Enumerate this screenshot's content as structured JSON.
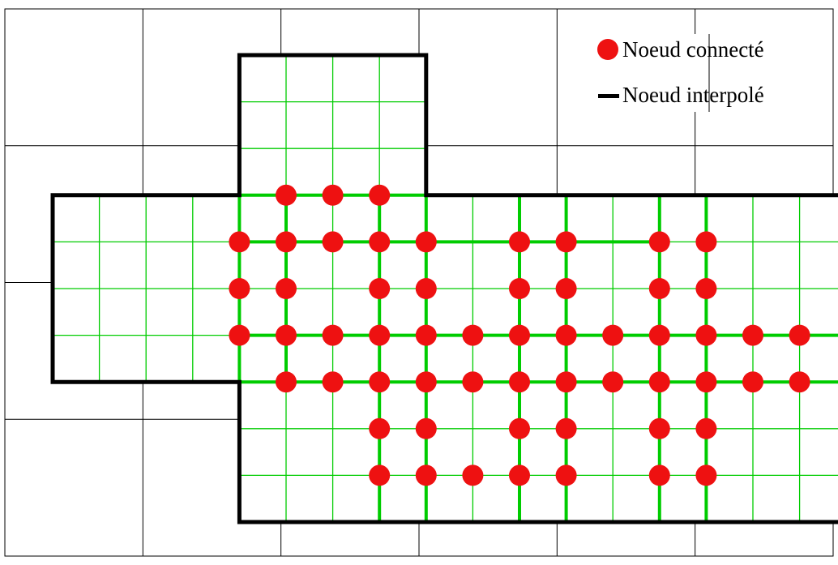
{
  "legend": {
    "connected_label": "Noeud connecté",
    "interpolated_label": "Noeud interpolé"
  },
  "colors": {
    "background": "#ffffff",
    "coarse_grid": "#000000",
    "fine_grid": "#00cc00",
    "boundary": "#000000",
    "connected_node": "#ee1111"
  },
  "grid": {
    "coarse_cols": 6,
    "coarse_rows": 4,
    "fine_cols": 17,
    "fine_rows": 10
  },
  "domain_outline": [
    [
      4,
      0
    ],
    [
      8,
      0
    ],
    [
      8,
      3
    ],
    [
      17,
      3
    ],
    [
      17,
      10
    ],
    [
      4,
      10
    ],
    [
      4,
      7
    ],
    [
      0,
      7
    ],
    [
      0,
      3
    ],
    [
      4,
      3
    ]
  ],
  "thick_connections": {
    "rows": [
      {
        "row": 3,
        "from": 4,
        "to": 8
      },
      {
        "row": 4,
        "from": 4,
        "to": 13
      },
      {
        "row": 6,
        "from": 4,
        "to": 17
      },
      {
        "row": 7,
        "from": 4,
        "to": 17
      }
    ],
    "cols": [
      {
        "col": 4,
        "from": 3,
        "to": 7
      },
      {
        "col": 5,
        "from": 3,
        "to": 7
      },
      {
        "col": 7,
        "from": 3,
        "to": 10
      },
      {
        "col": 8,
        "from": 3,
        "to": 10
      },
      {
        "col": 10,
        "from": 3,
        "to": 10
      },
      {
        "col": 11,
        "from": 3,
        "to": 10
      },
      {
        "col": 13,
        "from": 3,
        "to": 10
      },
      {
        "col": 14,
        "from": 3,
        "to": 10
      }
    ]
  },
  "connected_nodes": [
    [
      5,
      3
    ],
    [
      6,
      3
    ],
    [
      7,
      3
    ],
    [
      4,
      4
    ],
    [
      5,
      4
    ],
    [
      6,
      4
    ],
    [
      7,
      4
    ],
    [
      8,
      4
    ],
    [
      10,
      4
    ],
    [
      11,
      4
    ],
    [
      13,
      4
    ],
    [
      14,
      4
    ],
    [
      4,
      5
    ],
    [
      5,
      5
    ],
    [
      7,
      5
    ],
    [
      8,
      5
    ],
    [
      10,
      5
    ],
    [
      11,
      5
    ],
    [
      13,
      5
    ],
    [
      14,
      5
    ],
    [
      4,
      6
    ],
    [
      5,
      6
    ],
    [
      6,
      6
    ],
    [
      7,
      6
    ],
    [
      8,
      6
    ],
    [
      9,
      6
    ],
    [
      10,
      6
    ],
    [
      11,
      6
    ],
    [
      12,
      6
    ],
    [
      13,
      6
    ],
    [
      14,
      6
    ],
    [
      15,
      6
    ],
    [
      16,
      6
    ],
    [
      5,
      7
    ],
    [
      6,
      7
    ],
    [
      7,
      7
    ],
    [
      8,
      7
    ],
    [
      9,
      7
    ],
    [
      10,
      7
    ],
    [
      11,
      7
    ],
    [
      12,
      7
    ],
    [
      13,
      7
    ],
    [
      14,
      7
    ],
    [
      15,
      7
    ],
    [
      16,
      7
    ],
    [
      7,
      8
    ],
    [
      8,
      8
    ],
    [
      10,
      8
    ],
    [
      11,
      8
    ],
    [
      13,
      8
    ],
    [
      14,
      8
    ],
    [
      7,
      9
    ],
    [
      8,
      9
    ],
    [
      9,
      9
    ],
    [
      10,
      9
    ],
    [
      11,
      9
    ],
    [
      13,
      9
    ],
    [
      14,
      9
    ]
  ]
}
